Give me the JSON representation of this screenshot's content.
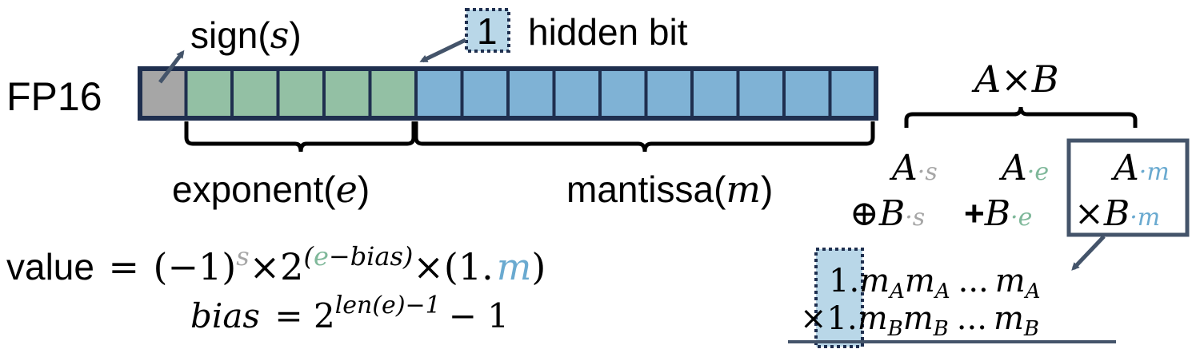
{
  "format_label": "FP16",
  "labels": {
    "sign_word": "sign(",
    "sign_var": "s",
    "sign_close": ")",
    "hidden_bit_value": "1",
    "hidden_bit_text": "hidden bit",
    "exponent_word": "exponent(",
    "exponent_var": "e",
    "exponent_close": ")",
    "mantissa_word": "mantissa(",
    "mantissa_var": "m",
    "mantissa_close": ")"
  },
  "bits": {
    "sign": 1,
    "exponent": 5,
    "mantissa": 10
  },
  "formula": {
    "value_word": "value",
    "eq": "=",
    "open": "(−1)",
    "s_exp": "s",
    "times2": "×2",
    "exp_e": "e",
    "exp_bias": "−bias)",
    "exp_open": "(",
    "times": "×(1.",
    "m": "m",
    "close": ")",
    "bias_word": "bias",
    "bias_eq": "= 2",
    "bias_exp": "len(e)−1",
    "bias_tail": "− 1"
  },
  "product": {
    "title": "A×B",
    "a_s": "A",
    "s_sub": "·s",
    "a_e": "A",
    "e_sub": "·e",
    "a_m": "A",
    "m_sub": "·m",
    "oplus": "⊕",
    "b": "B",
    "plus": "+",
    "times": "×",
    "row1_lead": "1.",
    "row1_terms": "m",
    "row1_sub": "A",
    "row1_dots": "...",
    "row2_lead": "×1.",
    "row2_sub": "B"
  },
  "colors": {
    "outline": "#1f2f4f",
    "sign_fill": "#a6a6a6",
    "exponent_fill": "#93c0a4",
    "mantissa_fill": "#7fb2d5",
    "hidden_fill": "#b9d7e8",
    "arrow": "#44546a",
    "s_color": "#a6a6a6",
    "e_color": "#7fb89a",
    "m_color": "#6aaad0"
  }
}
